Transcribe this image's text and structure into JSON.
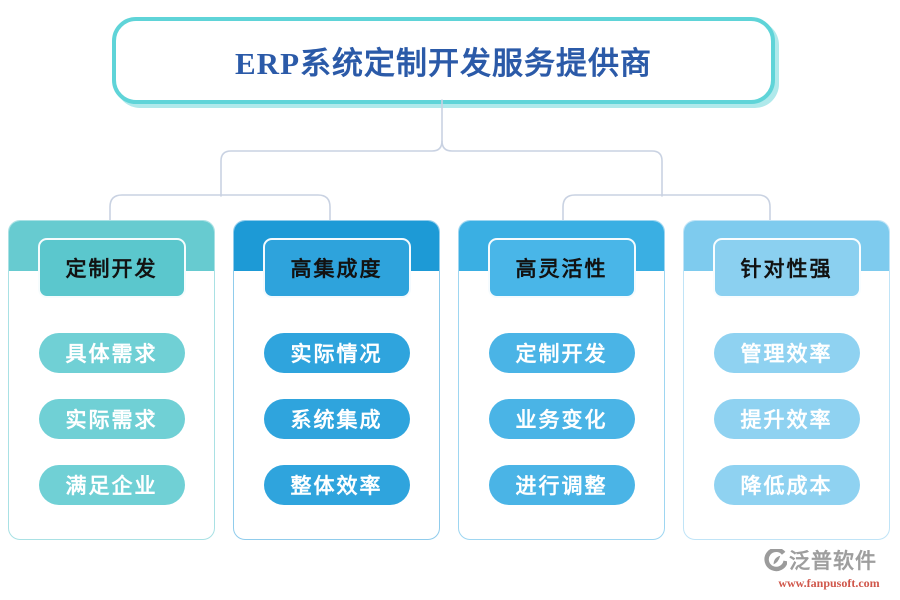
{
  "title": {
    "text": "ERP系统定制开发服务提供商"
  },
  "colors": {
    "title_border": "#5FD4D8",
    "title_text": "#2B5AA8",
    "connector": "#C9D2E2",
    "header_text": "#121212",
    "item_text": "#FFFFFF"
  },
  "columns": [
    {
      "header": "定制开发",
      "items": [
        "具体需求",
        "实际需求",
        "满足企业"
      ],
      "colors": {
        "band": "#67CBD0",
        "header_fill": "#5BC7CD",
        "item_fill": "#70D0D5",
        "body_border": "#A9E1E4"
      }
    },
    {
      "header": "高集成度",
      "items": [
        "实际情况",
        "系统集成",
        "整体效率"
      ],
      "colors": {
        "band": "#1D9AD6",
        "header_fill": "#2EA3DC",
        "item_fill": "#2FA4DD",
        "body_border": "#90CCEC"
      }
    },
    {
      "header": "高灵活性",
      "items": [
        "定制开发",
        "业务变化",
        "进行调整"
      ],
      "colors": {
        "band": "#3AAFE3",
        "header_fill": "#49B6E8",
        "item_fill": "#4AB4E6",
        "body_border": "#9ED6F1"
      }
    },
    {
      "header": "针对性强",
      "items": [
        "管理效率",
        "提升效率",
        "降低成本"
      ],
      "colors": {
        "band": "#7ECBEE",
        "header_fill": "#8BD0F0",
        "item_fill": "#8FD2F1",
        "body_border": "#C0E4F7"
      }
    }
  ],
  "watermark": {
    "brand": "泛普软件",
    "url": "www.fanpusoft.com",
    "brand_color": "#9E9E9E",
    "url_color": "#D0564A",
    "logo_color": "#9B9B9B"
  }
}
